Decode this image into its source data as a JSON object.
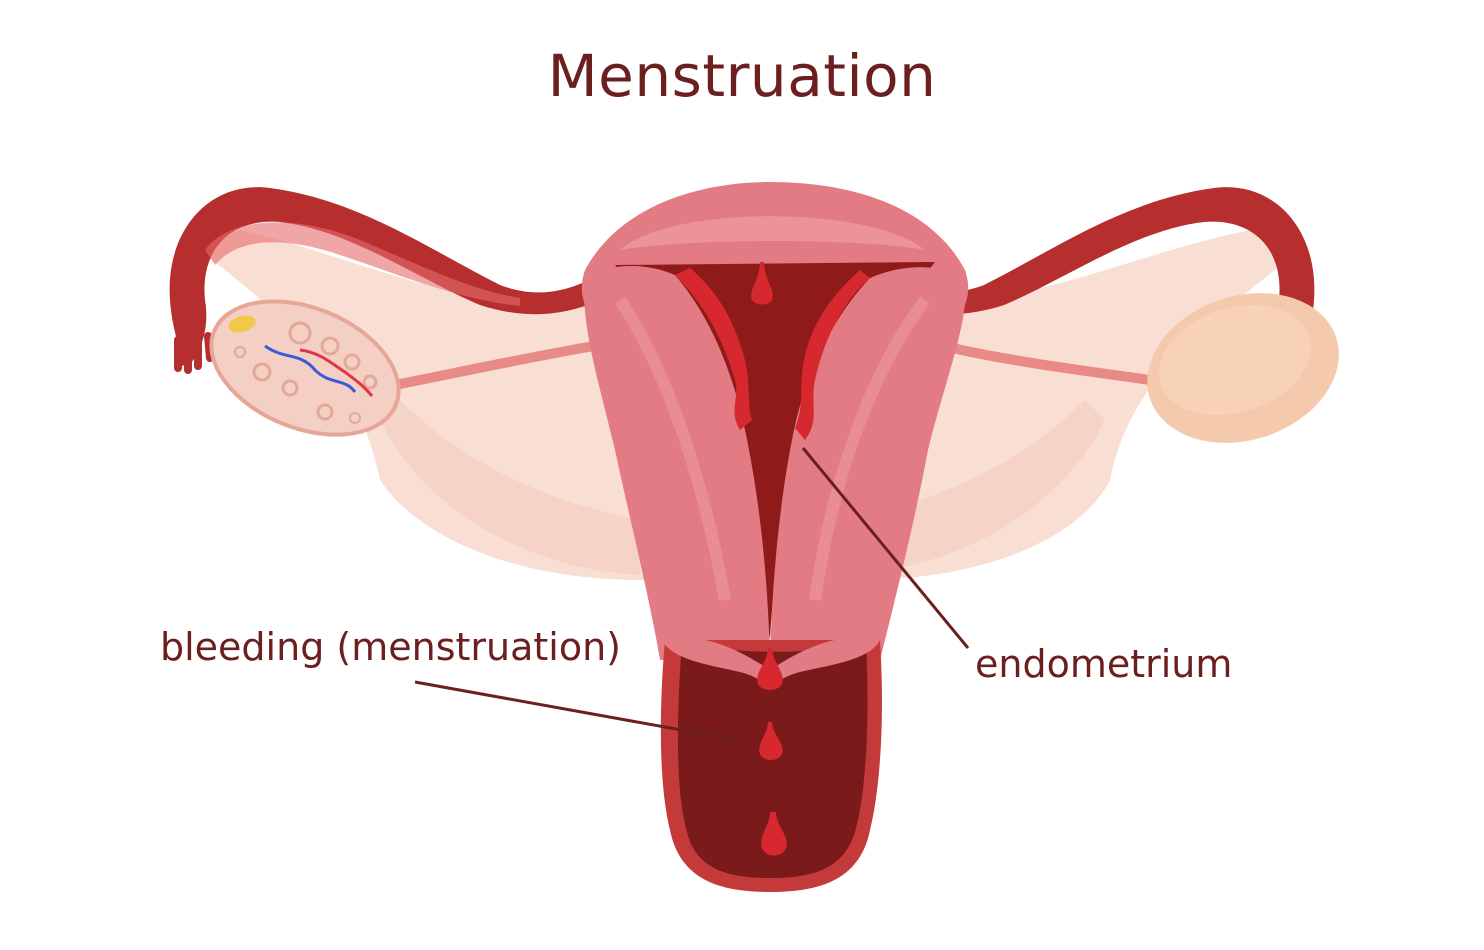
{
  "diagram": {
    "title": "Menstruation",
    "labels": {
      "bleeding": "bleeding (menstruation)",
      "endometrium": "endometrium"
    }
  },
  "colors": {
    "title_text": "#6b1f1f",
    "uterus_wall": "#e27b83",
    "cavity_blood": "#8e1a1a",
    "blood_drop": "#d8282f",
    "broad_ligament": "#f9ded3",
    "ovary_right": "#f5c9ac",
    "ovary_left": "#f3d0c3",
    "tube": "#b62e2e",
    "vein": "#3a5bd9",
    "artery": "#e0344a"
  }
}
